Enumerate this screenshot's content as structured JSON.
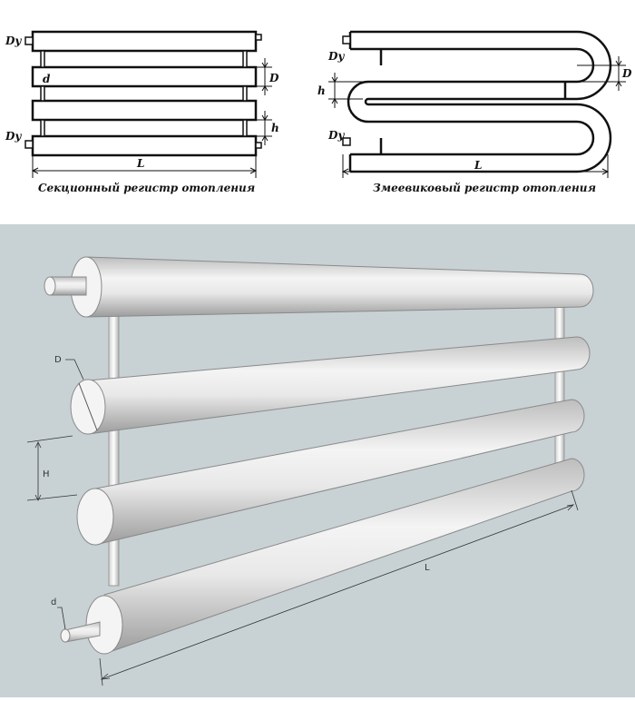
{
  "diagram_section": {
    "labels": {
      "dy": "Dy",
      "d_small": "d",
      "d_big": "D",
      "h_small": "h",
      "length": "L"
    },
    "caption": "Секционный регистр отопления"
  },
  "diagram_coil": {
    "labels": {
      "dy": "Dy",
      "d_big": "D",
      "h_small": "h",
      "length": "L"
    },
    "caption": "Змеевиковый регистр отопления"
  },
  "render_3d": {
    "labels": {
      "diameter": "D",
      "height": "H",
      "length": "L",
      "inner": "d"
    },
    "colors": {
      "background": "#c8d2d5",
      "pipe": "#eeeeee",
      "pipe_shade": "#b8b8b8"
    }
  }
}
